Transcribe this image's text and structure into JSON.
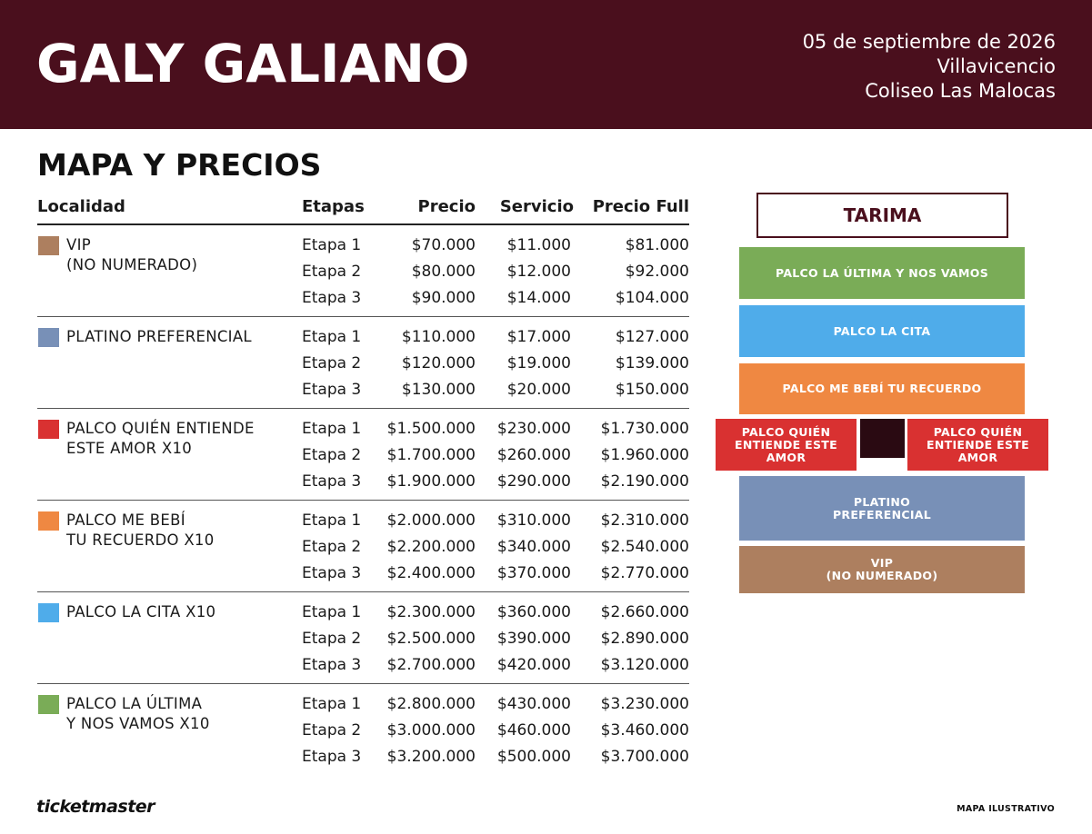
{
  "header": {
    "artist": "GALY GALIANO",
    "date": "05 de septiembre de 2026",
    "city": "Villavicencio",
    "venue": "Coliseo Las Malocas"
  },
  "section_title": "MAPA Y PRECIOS",
  "table": {
    "columns": [
      "Localidad",
      "Etapas",
      "Precio",
      "Servicio",
      "Precio Full"
    ],
    "groups": [
      {
        "name": "VIP\n(NO NUMERADO)",
        "color": "#ad7f5f",
        "rows": [
          [
            "Etapa 1",
            "$70.000",
            "$11.000",
            "$81.000"
          ],
          [
            "Etapa 2",
            "$80.000",
            "$12.000",
            "$92.000"
          ],
          [
            "Etapa 3",
            "$90.000",
            "$14.000",
            "$104.000"
          ]
        ]
      },
      {
        "name": "PLATINO PREFERENCIAL",
        "color": "#7890b7",
        "rows": [
          [
            "Etapa 1",
            "$110.000",
            "$17.000",
            "$127.000"
          ],
          [
            "Etapa 2",
            "$120.000",
            "$19.000",
            "$139.000"
          ],
          [
            "Etapa 3",
            "$130.000",
            "$20.000",
            "$150.000"
          ]
        ]
      },
      {
        "name": "PALCO QUIÉN ENTIENDE\nESTE AMOR X10",
        "color": "#d93131",
        "rows": [
          [
            "Etapa 1",
            "$1.500.000",
            "$230.000",
            "$1.730.000"
          ],
          [
            "Etapa 2",
            "$1.700.000",
            "$260.000",
            "$1.960.000"
          ],
          [
            "Etapa 3",
            "$1.900.000",
            "$290.000",
            "$2.190.000"
          ]
        ]
      },
      {
        "name": "PALCO ME BEBÍ\nTU RECUERDO X10",
        "color": "#ef8842",
        "rows": [
          [
            "Etapa 1",
            "$2.000.000",
            "$310.000",
            "$2.310.000"
          ],
          [
            "Etapa 2",
            "$2.200.000",
            "$340.000",
            "$2.540.000"
          ],
          [
            "Etapa 3",
            "$2.400.000",
            "$370.000",
            "$2.770.000"
          ]
        ]
      },
      {
        "name": "PALCO LA CITA X10",
        "color": "#4facea",
        "rows": [
          [
            "Etapa 1",
            "$2.300.000",
            "$360.000",
            "$2.660.000"
          ],
          [
            "Etapa 2",
            "$2.500.000",
            "$390.000",
            "$2.890.000"
          ],
          [
            "Etapa 3",
            "$2.700.000",
            "$420.000",
            "$3.120.000"
          ]
        ]
      },
      {
        "name": "PALCO LA ÚLTIMA\nY NOS VAMOS X10",
        "color": "#7aac57",
        "rows": [
          [
            "Etapa 1",
            "$2.800.000",
            "$430.000",
            "$3.230.000"
          ],
          [
            "Etapa 2",
            "$3.000.000",
            "$460.000",
            "$3.460.000"
          ],
          [
            "Etapa 3",
            "$3.200.000",
            "$500.000",
            "$3.700.000"
          ]
        ]
      }
    ]
  },
  "map": {
    "stage": "TARIMA",
    "zones": {
      "ultima": {
        "label": "PALCO LA ÚLTIMA Y NOS VAMOS",
        "color": "#7aac57"
      },
      "cita": {
        "label": "PALCO LA CITA",
        "color": "#4facea"
      },
      "bebi": {
        "label": "PALCO ME BEBÍ TU RECUERDO",
        "color": "#ef8842"
      },
      "quien_left": {
        "label": "PALCO QUIÉN\nENTIENDE ESTE\nAMOR",
        "color": "#d93131"
      },
      "quien_right": {
        "label": "PALCO QUIÉN\nENTIENDE ESTE\nAMOR",
        "color": "#d93131"
      },
      "center": {
        "color": "#2a0a12"
      },
      "platino": {
        "label": "PLATINO\nPREFERENCIAL",
        "color": "#7890b7"
      },
      "vip": {
        "label": "VIP\n(NO NUMERADO)",
        "color": "#ad7f5f"
      }
    }
  },
  "footer": {
    "logo": "ticketmaster",
    "note": "MAPA ILUSTRATIVO"
  }
}
